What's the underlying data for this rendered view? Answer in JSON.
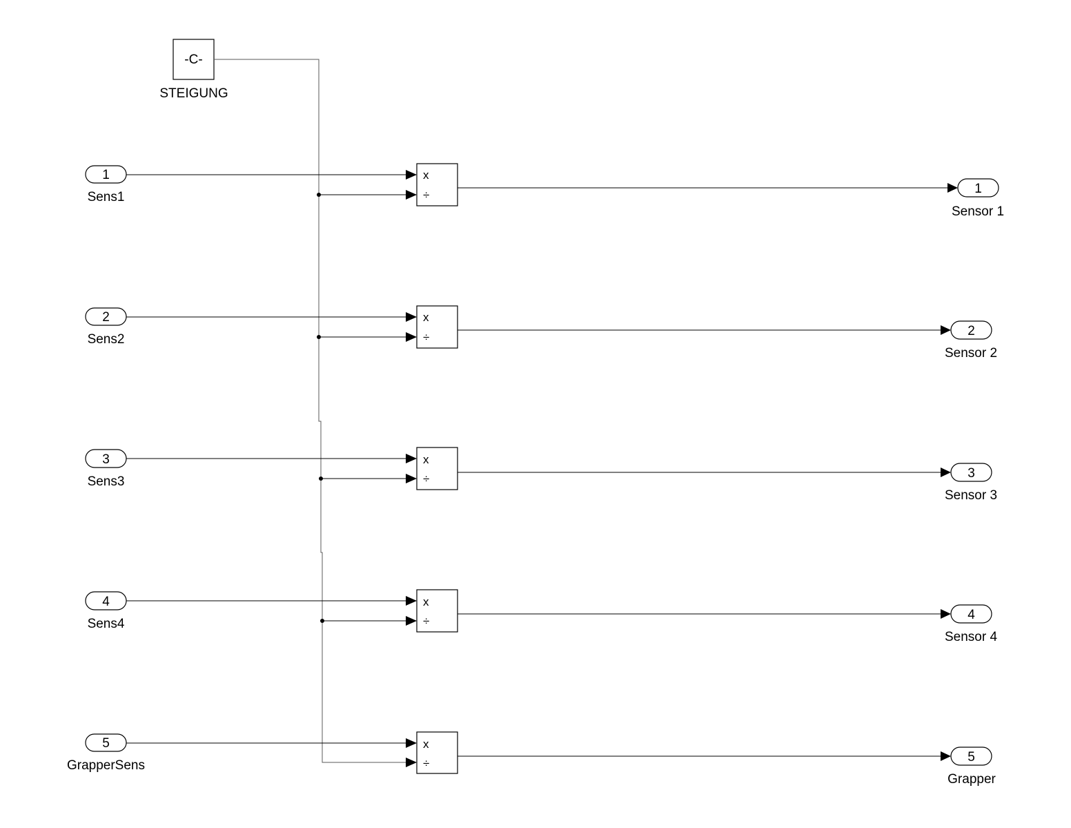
{
  "constant": {
    "value_label": "-C-",
    "name": "STEIGUNG"
  },
  "inports": [
    {
      "number": "1",
      "name": "Sens1"
    },
    {
      "number": "2",
      "name": "Sens2"
    },
    {
      "number": "3",
      "name": "Sens3"
    },
    {
      "number": "4",
      "name": "Sens4"
    },
    {
      "number": "5",
      "name": "GrapperSens"
    }
  ],
  "outports": [
    {
      "number": "1",
      "name": "Sensor 1"
    },
    {
      "number": "2",
      "name": "Sensor 2"
    },
    {
      "number": "3",
      "name": "Sensor 3"
    },
    {
      "number": "4",
      "name": "Sensor 4"
    },
    {
      "number": "5",
      "name": "Grapper"
    }
  ],
  "divide_blocks": [
    {
      "multiply_symbol": "x",
      "divide_symbol": "÷"
    },
    {
      "multiply_symbol": "x",
      "divide_symbol": "÷"
    },
    {
      "multiply_symbol": "x",
      "divide_symbol": "÷"
    },
    {
      "multiply_symbol": "x",
      "divide_symbol": "÷"
    },
    {
      "multiply_symbol": "x",
      "divide_symbol": "÷"
    }
  ]
}
